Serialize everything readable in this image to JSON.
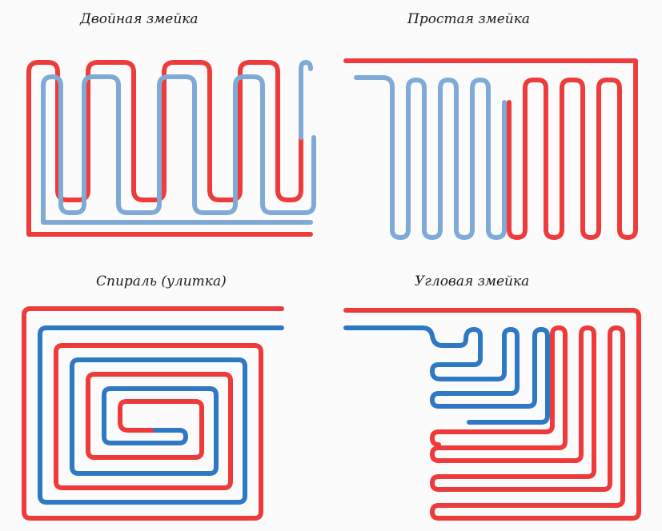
{
  "captions": {
    "double_snake": "Двойная змейка",
    "simple_snake": "Простая змейка",
    "spiral": "Спираль (улитка)",
    "corner_snake": "Угловая змейка"
  },
  "colors": {
    "supply_red_1": "#ee3b3b",
    "return_blue_1": "#7faad6",
    "supply_red_2": "#ee3a3a",
    "return_blue_2": "#2f78c4",
    "background": "#fbfbfb"
  }
}
